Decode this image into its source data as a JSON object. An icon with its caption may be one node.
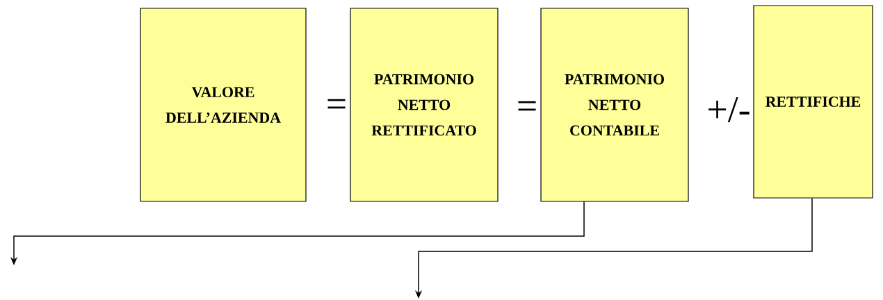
{
  "diagram": {
    "nodes": [
      {
        "text": [
          "VALORE DELL’AZIENDA"
        ]
      },
      {
        "text": [
          "PATRIMONIO NETTO RETTIFICATO"
        ]
      },
      {
        "text": [
          "PATRIMONIO NETTO CONTABILE"
        ]
      },
      {
        "text": [
          "RETTIFICHE"
        ]
      }
    ],
    "edges": [
      {
        "from": 2,
        "to": null,
        "arrow": "to"
      },
      {
        "from": 3,
        "to": null,
        "arrow": "to"
      }
    ],
    "labels": [
      "=",
      "=",
      "+/-"
    ]
  }
}
